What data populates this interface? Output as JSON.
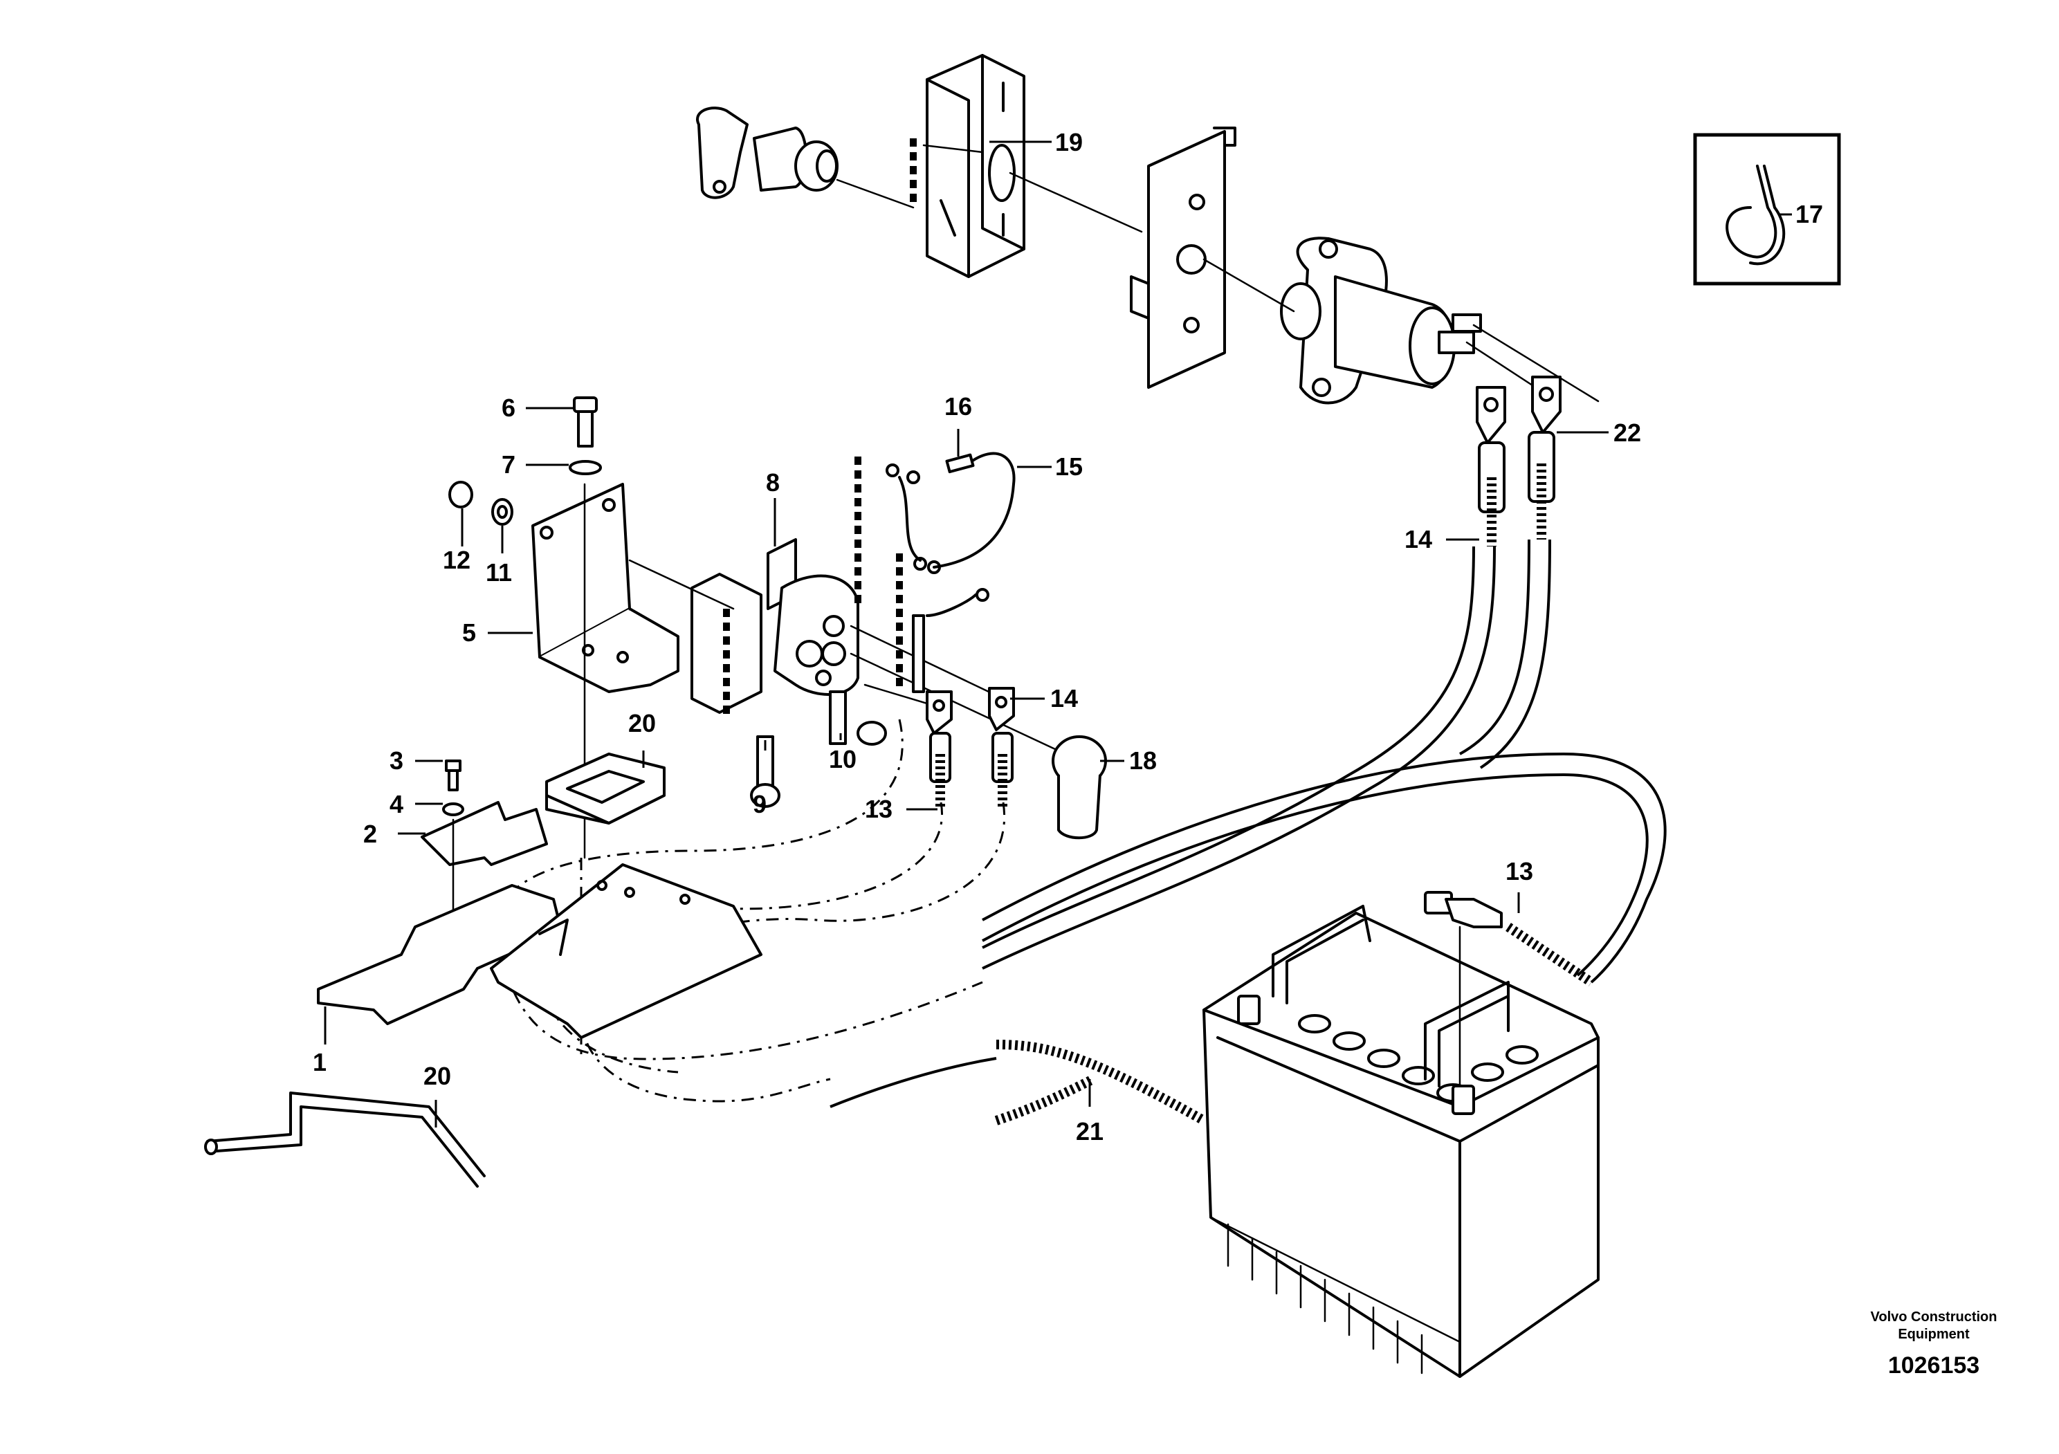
{
  "callouts": {
    "c1": "1",
    "c2": "2",
    "c3": "3",
    "c4": "4",
    "c5": "5",
    "c6": "6",
    "c7": "7",
    "c8": "8",
    "c9": "9",
    "c10": "10",
    "c11": "11",
    "c12": "12",
    "c13a": "13",
    "c13b": "13",
    "c14a": "14",
    "c14b": "14",
    "c15": "15",
    "c16": "16",
    "c17": "17",
    "c18": "18",
    "c19": "19",
    "c20a": "20",
    "c20b": "20",
    "c21": "21",
    "c22": "22"
  },
  "footer": {
    "company_line1": "Volvo Construction",
    "company_line2": "Equipment",
    "document_number": "1026153"
  }
}
